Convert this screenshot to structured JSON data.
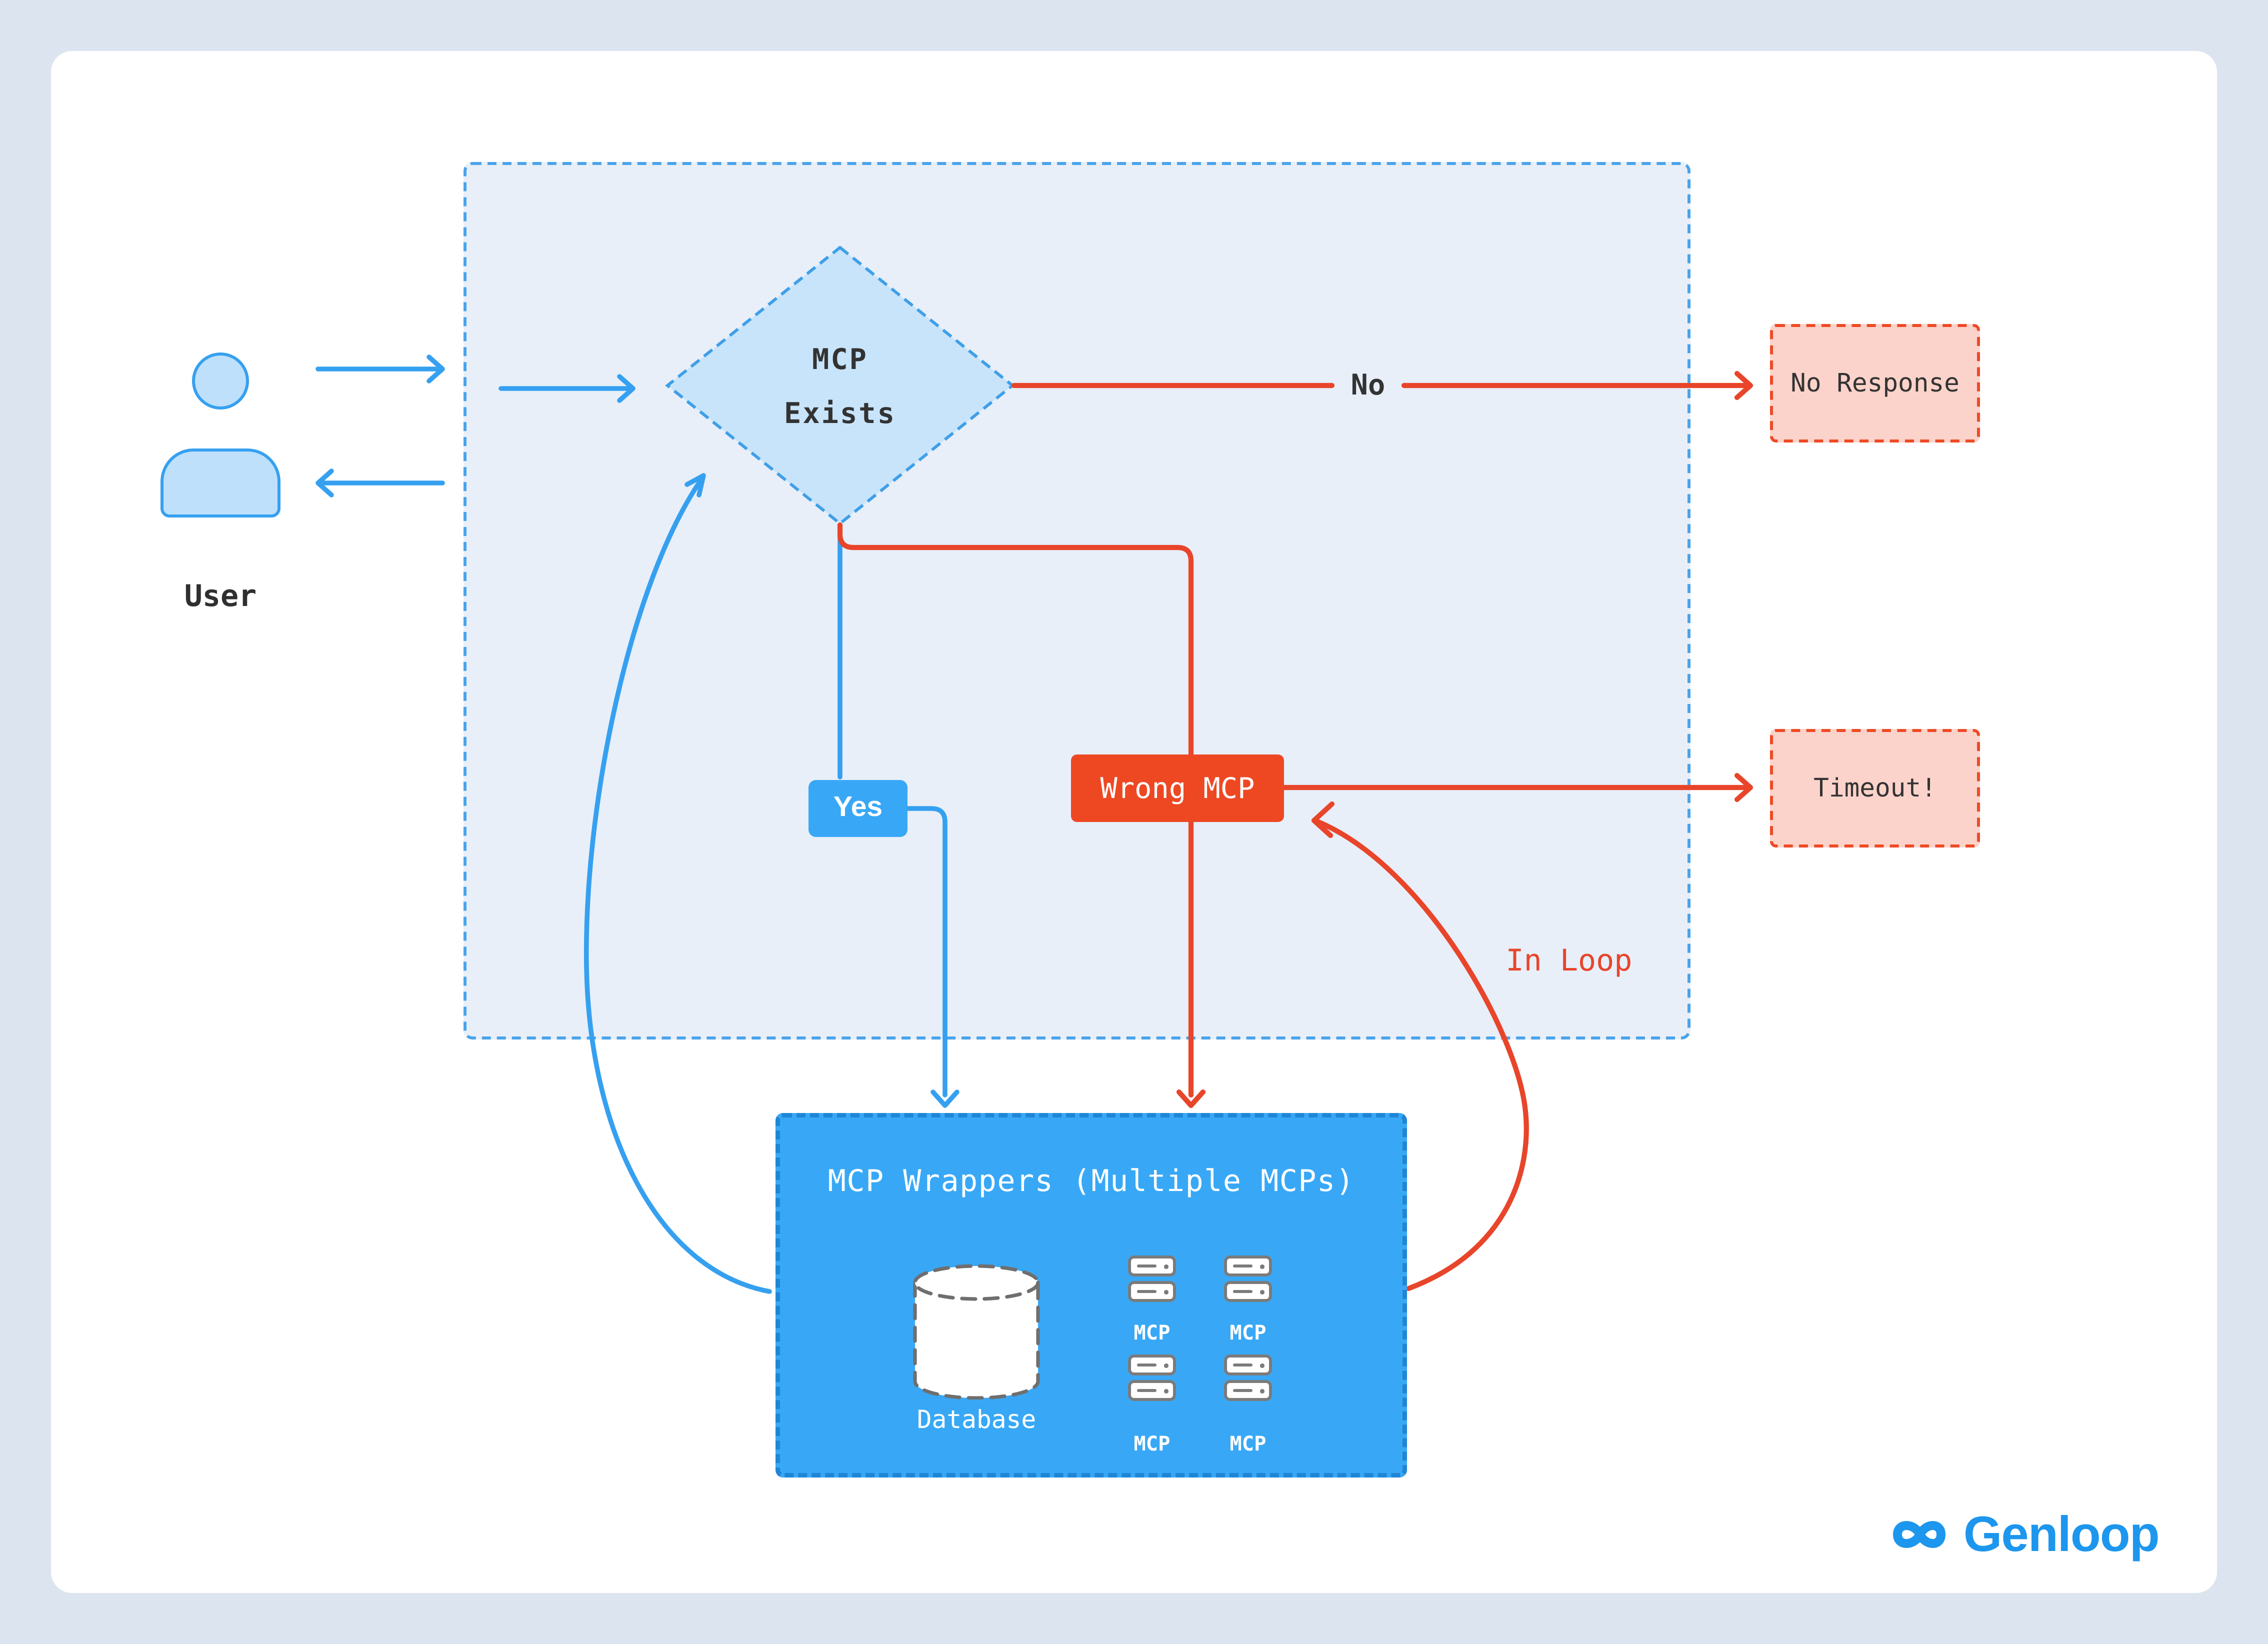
{
  "colors": {
    "page_bg": "#dce4ef",
    "card_bg": "#ffffff",
    "container_bg": "#e8eff9",
    "blue_accent": "#36a0f0",
    "red_accent": "#e8452a",
    "diamond_fill": "#c8e4fa",
    "solid_blue_fill": "#38a8f6",
    "wrong_mcp_fill": "#ee4823",
    "pink_fill": "#fcd3ca",
    "wrappers_border": "#1f86d6",
    "brand_blue": "#1d96ee"
  },
  "user": {
    "label": "User",
    "icon": "person-icon"
  },
  "decision": {
    "line1": "MCP",
    "line2": "Exists"
  },
  "edges": {
    "no": "No",
    "in_loop": "In Loop"
  },
  "yes_box": {
    "label": "Yes"
  },
  "wrong_mcp_box": {
    "label": "Wrong MCP"
  },
  "no_response_box": {
    "label": "No Response"
  },
  "timeout_box": {
    "label": "Timeout!"
  },
  "wrappers": {
    "title": "MCP Wrappers (Multiple MCPs)",
    "database": {
      "label": "Database",
      "icon": "database-icon"
    },
    "servers": [
      {
        "label": "MCP",
        "icon": "server-icon"
      },
      {
        "label": "MCP",
        "icon": "server-icon"
      },
      {
        "label": "MCP",
        "icon": "server-icon"
      },
      {
        "label": "MCP",
        "icon": "server-icon"
      }
    ]
  },
  "brand": {
    "name": "Genloop",
    "icon": "infinity-icon"
  }
}
